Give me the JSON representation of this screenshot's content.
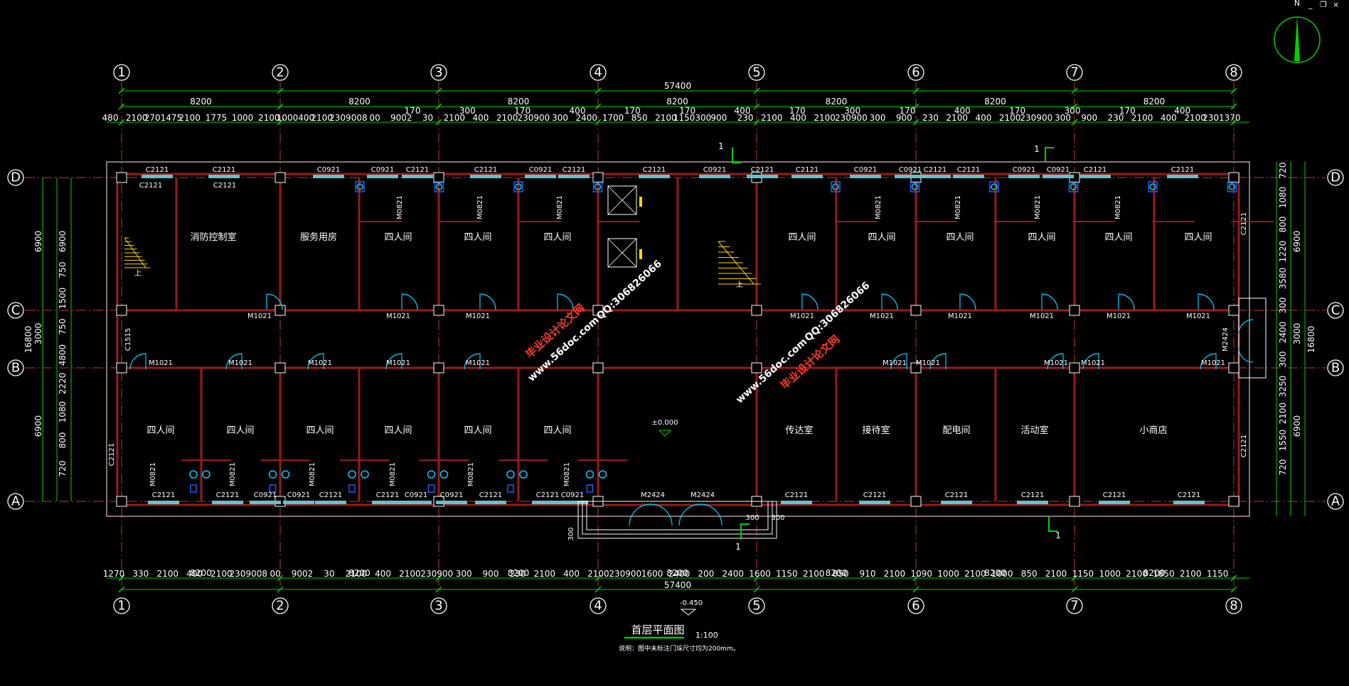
{
  "window_controls": [
    "_",
    "❐",
    "×"
  ],
  "north_label": "N",
  "axes_vertical": [
    "1",
    "2",
    "3",
    "4",
    "5",
    "6",
    "7",
    "8"
  ],
  "axes_horizontal": [
    "D",
    "C",
    "B",
    "A"
  ],
  "overall_length": "57400",
  "bay_length": "8200",
  "overall_depth": "16800",
  "top_dim_row": [
    "480",
    "2100",
    "2701475",
    "2100",
    "1775",
    "1000",
    "2100",
    "1000400",
    "2100",
    "2309008",
    "00",
    "9002",
    "30",
    "2100",
    "400",
    "2100",
    "230900",
    "300",
    "2400",
    "1700",
    "850",
    "2100",
    "1150300",
    "900",
    "230",
    "2100",
    "400",
    "2100",
    "230900",
    "300",
    "900",
    "230",
    "2100",
    "400",
    "2100",
    "230900",
    "300",
    "900",
    "230",
    "2100",
    "400",
    "2100",
    "2301370"
  ],
  "top_dim_small": [
    "170",
    "300",
    "170",
    "400",
    "170",
    "170",
    "400",
    "170",
    "300",
    "170",
    "400",
    "170",
    "300",
    "170",
    "400"
  ],
  "bottom_dim_row": [
    "1270",
    "330",
    "2100",
    "400",
    "2100",
    "2309008",
    "00",
    "9002",
    "30",
    "2100",
    "400",
    "2100",
    "230900",
    "300",
    "900",
    "230",
    "2100",
    "400",
    "2100",
    "230900",
    "1600",
    "2400",
    "200",
    "2400",
    "1600",
    "1150",
    "2100",
    "850",
    "910",
    "2100",
    "1090",
    "1000",
    "2100",
    "1000",
    "850",
    "2100",
    "1150",
    "1000",
    "2100",
    "1850",
    "2100",
    "1150"
  ],
  "left_dims_outer": [
    "6900",
    "3000",
    "6900"
  ],
  "left_dims_inner": [
    "6900",
    "750",
    "1500",
    "750",
    "4800",
    "2220",
    "1080",
    "800",
    "720"
  ],
  "right_dims_outer": [
    "6900",
    "3000",
    "6900"
  ],
  "right_dims_inner": [
    "720",
    "1080",
    "800",
    "1220",
    "3580",
    "300",
    "2400",
    "300",
    "3250",
    "2100",
    "1550",
    "720"
  ],
  "rooms_top": [
    "消防控制室",
    "服务用房",
    "四人间",
    "四人间",
    "四人间",
    "四人间",
    "四人间",
    "四人间",
    "四人间",
    "四人间",
    "四人间"
  ],
  "rooms_bottom": [
    "四人间",
    "四人间",
    "四人间",
    "四人间",
    "四人间",
    "四人间",
    "传达室",
    "接待室",
    "配电间",
    "活动室",
    "小商店"
  ],
  "stair_up": "上",
  "windows_top": [
    "C2121",
    "C2121",
    "C0921",
    "C0921",
    "C2121",
    "C2121",
    "C0921",
    "C2121",
    "C2121",
    "C0921",
    "C2121",
    "C2121",
    "C0921",
    "C0921",
    "C2121",
    "C2121",
    "C0921",
    "C0921",
    "C2121",
    "C2121"
  ],
  "windows_top_inner": [
    "C2121",
    "C2121"
  ],
  "windows_bottom": [
    "C2121",
    "C2121",
    "C0921",
    "C0921",
    "C2121",
    "C2121",
    "C0921",
    "C0921",
    "C2121",
    "C2121",
    "C0921",
    "C2121",
    "C2121",
    "C2121",
    "C2121",
    "C2121",
    "C2121"
  ],
  "windows_side": [
    "C1515",
    "C2121",
    "C2121",
    "C2121"
  ],
  "doors": [
    "M1021",
    "M0821",
    "M2424",
    "M2424",
    "M2424"
  ],
  "level_main": "±0.000",
  "level_outside": "-0.450",
  "section_mark": "1",
  "dim_300": "300",
  "title": "首层平面图",
  "scale": "1:100",
  "note": "说明：图中未标注门垛尺寸均为200mm。",
  "watermark_cn": "毕业设计论文网",
  "watermark_url": "www.56doc.com",
  "watermark_qq": "QQ:306826066",
  "colors": {
    "wall": "#9b1a1a",
    "axis": "#c23a3a",
    "dim": "#00d000",
    "window": "#5fc3d0",
    "door": "#00d0ff",
    "fixture": "#2060ff",
    "text": "#ffffff",
    "watermark": "#ff3b2f"
  }
}
